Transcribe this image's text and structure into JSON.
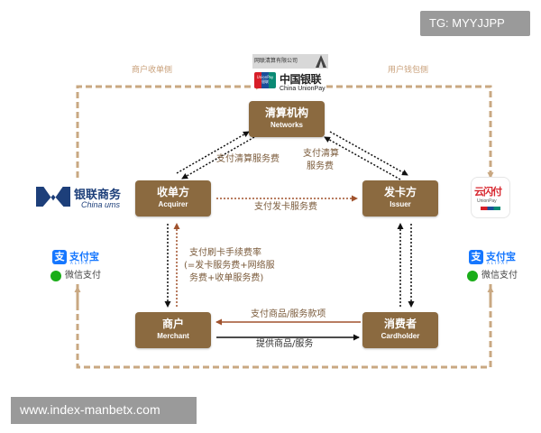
{
  "tag": "TG: MYYJJPP",
  "footer_url": "www.index-manbetx.com",
  "side_labels": {
    "left": "商户收单侧",
    "right": "用户钱包侧"
  },
  "networks_logo": {
    "top_text": "网联清算有限公司",
    "unionpay_badge": "UnionPay 银联",
    "cn": "中国银联",
    "en": "China UnionPay"
  },
  "nodes": {
    "networks": {
      "zh": "清算机构",
      "en": "Networks"
    },
    "acquirer": {
      "zh": "收单方",
      "en": "Acquirer"
    },
    "issuer": {
      "zh": "发卡方",
      "en": "Issuer"
    },
    "merchant": {
      "zh": "商户",
      "en": "Merchant"
    },
    "cardholder": {
      "zh": "消费者",
      "en": "Cardholder"
    }
  },
  "edge_labels": {
    "acq_to_net": "支付清算服务费",
    "iss_to_net_1": "支付清算",
    "iss_to_net_2": "服务费",
    "iss_to_acq": "支付发卡服务费",
    "merchant_fee_1": "支付刷卡手续费率",
    "merchant_fee_2": "(=发卡服务费+网络服",
    "merchant_fee_3": "务费+收单服务费)",
    "card_to_merchant": "支付商品/服务款项",
    "merchant_to_card": "提供商品/服务"
  },
  "ums_logo": {
    "cn": "银联商务",
    "en": "China ums"
  },
  "cloudpay_logo": {
    "cn": "云闪付",
    "en": "UnionPay"
  },
  "left_payments": {
    "alipay_cn": "支付宝",
    "alipay_en": "ALIPAY",
    "wechat": "微信支付"
  },
  "right_payments": {
    "alipay_cn": "支付宝",
    "alipay_en": "ALIPAY",
    "wechat": "微信支付"
  },
  "colors": {
    "box": "#8b6a40",
    "dashed_border": "#c9a882",
    "label": "#7a5a3a"
  }
}
